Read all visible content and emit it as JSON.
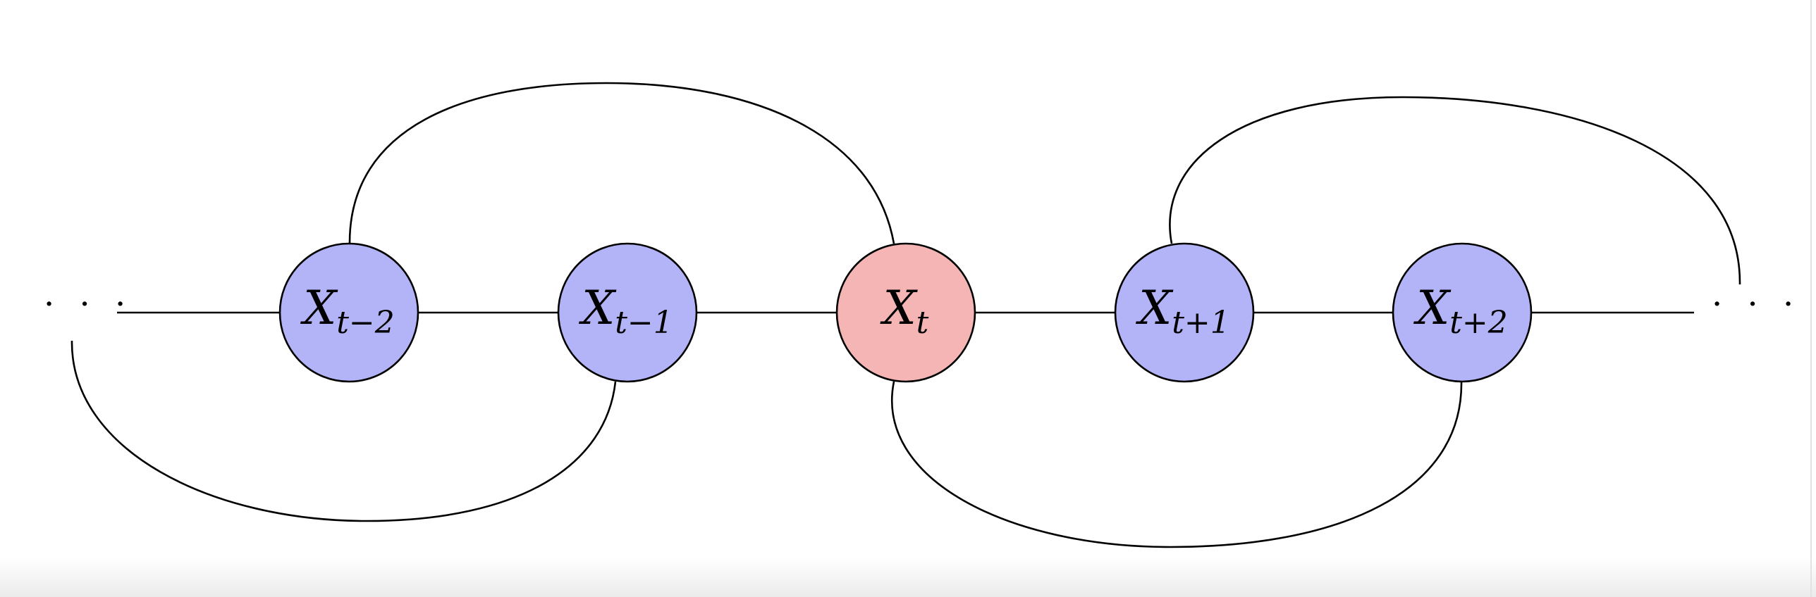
{
  "diagram": {
    "ellipsis_left": "· · ·",
    "ellipsis_right": "· · ·",
    "nodes": [
      {
        "id": "x_t_minus_2",
        "main": "X",
        "sub": "t−2",
        "fill": "#b3b3f7"
      },
      {
        "id": "x_t_minus_1",
        "main": "X",
        "sub": "t−1",
        "fill": "#b3b3f7"
      },
      {
        "id": "x_t",
        "main": "X",
        "sub": "t",
        "fill": "#f5b5b5",
        "highlighted": true
      },
      {
        "id": "x_t_plus_1",
        "main": "X",
        "sub": "t+1",
        "fill": "#b3b3f7"
      },
      {
        "id": "x_t_plus_2",
        "main": "X",
        "sub": "t+2",
        "fill": "#b3b3f7"
      }
    ],
    "edges": [
      {
        "from": "ellipsis_left",
        "to": "x_t_minus_2",
        "style": "straight"
      },
      {
        "from": "x_t_minus_2",
        "to": "x_t_minus_1",
        "style": "straight"
      },
      {
        "from": "x_t_minus_1",
        "to": "x_t",
        "style": "straight"
      },
      {
        "from": "x_t",
        "to": "x_t_plus_1",
        "style": "straight"
      },
      {
        "from": "x_t_plus_1",
        "to": "x_t_plus_2",
        "style": "straight"
      },
      {
        "from": "x_t_plus_2",
        "to": "ellipsis_right",
        "style": "straight"
      },
      {
        "from": "x_t_minus_2",
        "to": "x_t",
        "style": "arc-above"
      },
      {
        "from": "x_t_plus_1",
        "to": "ellipsis_right",
        "style": "arc-above"
      },
      {
        "from": "ellipsis_left",
        "to": "x_t_minus_1",
        "style": "arc-below"
      },
      {
        "from": "x_t",
        "to": "x_t_plus_2",
        "style": "arc-below"
      }
    ],
    "colors": {
      "node_blue": "#b3b3f7",
      "node_red": "#f5b5b5",
      "stroke": "#000000"
    }
  }
}
